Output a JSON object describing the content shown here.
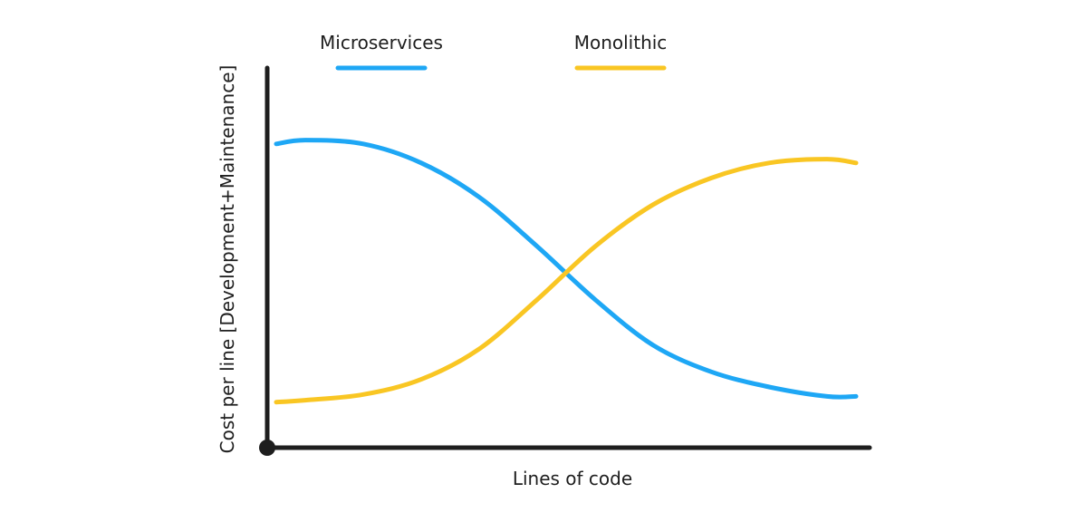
{
  "chart_data": {
    "type": "line",
    "title": "",
    "xlabel": "Lines of code",
    "ylabel": "Cost per line [Development+Maintenance]",
    "xlim": [
      0,
      10
    ],
    "ylim": [
      0,
      10
    ],
    "grid": false,
    "legend": "top",
    "series": [
      {
        "name": "Microservices",
        "color": "#1ea7f5",
        "x": [
          0,
          0.5,
          1.5,
          2.5,
          3.5,
          4.5,
          5.5,
          6.5,
          7.5,
          8.5,
          9.5,
          10
        ],
        "y": [
          8.0,
          8.1,
          8.0,
          7.5,
          6.6,
          5.3,
          3.9,
          2.7,
          2.0,
          1.6,
          1.35,
          1.35
        ]
      },
      {
        "name": "Monolithic",
        "color": "#f9c623",
        "x": [
          0,
          0.5,
          1.5,
          2.5,
          3.5,
          4.5,
          5.5,
          6.5,
          7.5,
          8.5,
          9.5,
          10
        ],
        "y": [
          1.2,
          1.25,
          1.4,
          1.8,
          2.6,
          3.9,
          5.3,
          6.4,
          7.1,
          7.5,
          7.6,
          7.5
        ]
      }
    ]
  }
}
